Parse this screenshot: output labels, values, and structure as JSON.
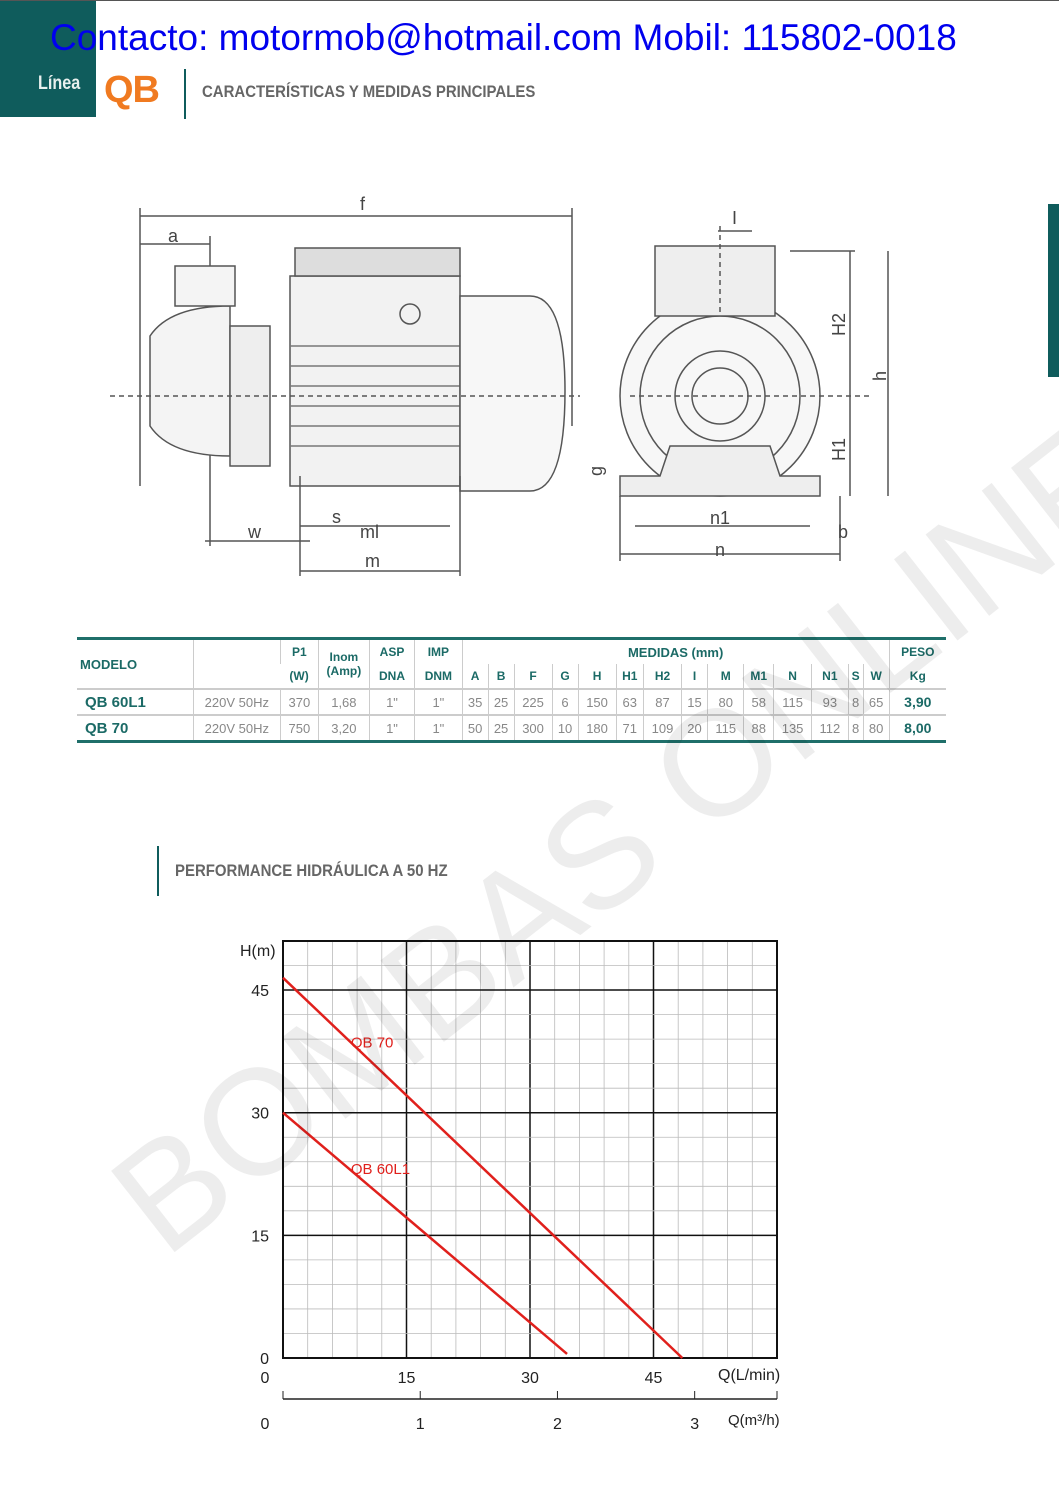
{
  "header": {
    "contact": "Contacto: motormob@hotmail.com Mobil: 115802-0018",
    "linea": "Línea",
    "series": "QB",
    "section_title": "CARACTERÍSTICAS Y MEDIDAS PRINCIPALES"
  },
  "drawing": {
    "labels": [
      "f",
      "a",
      "w",
      "s",
      "ml",
      "m",
      "I",
      "H2",
      "h",
      "H1",
      "g",
      "n1",
      "b",
      "n"
    ]
  },
  "watermark": "BOMBAS ONLINE",
  "table": {
    "header_row1": {
      "modelo": "MODELO",
      "p1": "P1",
      "inom": "Inom (Amp)",
      "asp": "ASP",
      "imp": "IMP",
      "medidas": "MEDIDAS (mm)",
      "peso": "PESO"
    },
    "header_row2": {
      "p1_unit": "(W)",
      "asp_unit": "DNA",
      "imp_unit": "DNM",
      "dims": [
        "A",
        "B",
        "F",
        "G",
        "H",
        "H1",
        "H2",
        "I",
        "M",
        "M1",
        "N",
        "N1",
        "S",
        "W"
      ],
      "peso_unit": "Kg"
    },
    "rows": [
      {
        "modelo": "QB 60L1",
        "supply": "220V 50Hz",
        "p1": "370",
        "inom": "1,68",
        "asp": "1\"",
        "imp": "1\"",
        "dims": [
          "35",
          "25",
          "225",
          "6",
          "150",
          "63",
          "87",
          "15",
          "80",
          "58",
          "115",
          "93",
          "8",
          "65"
        ],
        "peso": "3,90"
      },
      {
        "modelo": "QB 70",
        "supply": "220V 50Hz",
        "p1": "750",
        "inom": "3,20",
        "asp": "1\"",
        "imp": "1\"",
        "dims": [
          "50",
          "25",
          "300",
          "10",
          "180",
          "71",
          "109",
          "20",
          "115",
          "88",
          "135",
          "112",
          "8",
          "80"
        ],
        "peso": "8,00"
      }
    ]
  },
  "performance": {
    "title": "PERFORMANCE HIDRÁULICA A 50 HZ"
  },
  "chart_data": {
    "type": "line",
    "title": "PERFORMANCE HIDRÁULICA A 50 HZ",
    "xlabel": "Q(L/min)",
    "xlabel2": "Q(m³/h)",
    "ylabel": "H(m)",
    "xlim": [
      0,
      60
    ],
    "ylim": [
      0,
      51
    ],
    "xticks": [
      "0",
      "15",
      "30",
      "45"
    ],
    "xticks_values": [
      0,
      15,
      30,
      45
    ],
    "x2ticks": [
      "0",
      "1",
      "2",
      "3"
    ],
    "x2ticks_values": [
      0,
      1,
      2,
      3
    ],
    "yticks": [
      "0",
      "15",
      "30",
      "45"
    ],
    "yticks_values": [
      0,
      15,
      30,
      45
    ],
    "grid": true,
    "series": [
      {
        "name": "QB 70",
        "color": "#e0201c",
        "x": [
          0,
          48.5
        ],
        "y": [
          46.5,
          0
        ],
        "label_at": [
          8,
          38
        ]
      },
      {
        "name": "QB 60L1",
        "color": "#e0201c",
        "x": [
          0,
          34.5
        ],
        "y": [
          30,
          0.5
        ],
        "label_at": [
          8,
          22.5
        ]
      }
    ]
  }
}
